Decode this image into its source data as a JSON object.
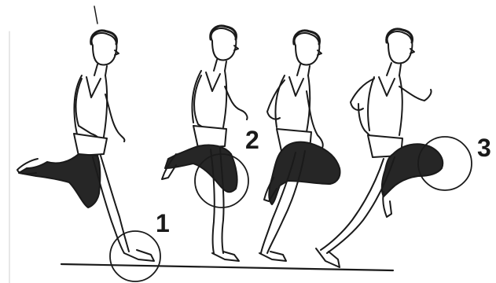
{
  "phase_labels": {
    "phase_1": "1",
    "phase_2": "2",
    "phase_3": "3"
  },
  "colors": {
    "ink": "#1a1a1a",
    "swing_leg": "#262626",
    "paper": "#ffffff"
  }
}
